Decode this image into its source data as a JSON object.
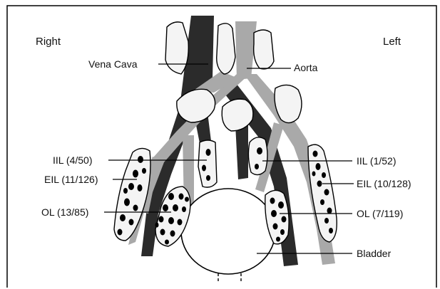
{
  "orientation": {
    "right": "Right",
    "left": "Left"
  },
  "vessels": {
    "vena_cava": "Vena Cava",
    "aorta": "Aorta"
  },
  "lymph_node_groups": {
    "iil_right": "IIL (4/50)",
    "eil_right": "EIL (11/126)",
    "ol_right": "OL (13/85)",
    "iil_left": "IIL (1/52)",
    "eil_left": "EIL (10/128)",
    "ol_left": "OL (7/119)"
  },
  "organs": {
    "bladder": "Bladder"
  },
  "colors": {
    "vein": "#2b2b2b",
    "artery": "#a9a9a9",
    "lymph_node_fill": "#f4f4f4",
    "outline": "#000000"
  }
}
